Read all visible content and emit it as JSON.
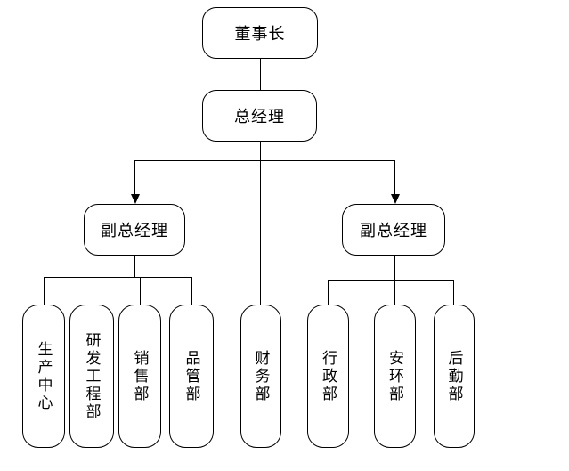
{
  "org_chart": {
    "type": "org-chart",
    "colors": {
      "background": "#ffffff",
      "line": "#000000",
      "node_fill": "#ffffff",
      "text": "#000000"
    },
    "chairman": {
      "label": "董事长"
    },
    "general_manager": {
      "label": "总经理"
    },
    "deputy_gm_left": {
      "label": "副总经理"
    },
    "deputy_gm_right": {
      "label": "副总经理"
    },
    "finance_dept": {
      "label": "财务部",
      "parent": "general_manager"
    },
    "departments_left": [
      {
        "label": "生产中心",
        "parent": "deputy_gm_left"
      },
      {
        "label": "研发工程部",
        "parent": "deputy_gm_left"
      },
      {
        "label": "销售部",
        "parent": "deputy_gm_left"
      },
      {
        "label": "品管部",
        "parent": "deputy_gm_left"
      }
    ],
    "departments_right": [
      {
        "label": "行政部",
        "parent": "deputy_gm_right"
      },
      {
        "label": "安环部",
        "parent": "deputy_gm_right"
      },
      {
        "label": "后勤部",
        "parent": "deputy_gm_right"
      }
    ]
  }
}
